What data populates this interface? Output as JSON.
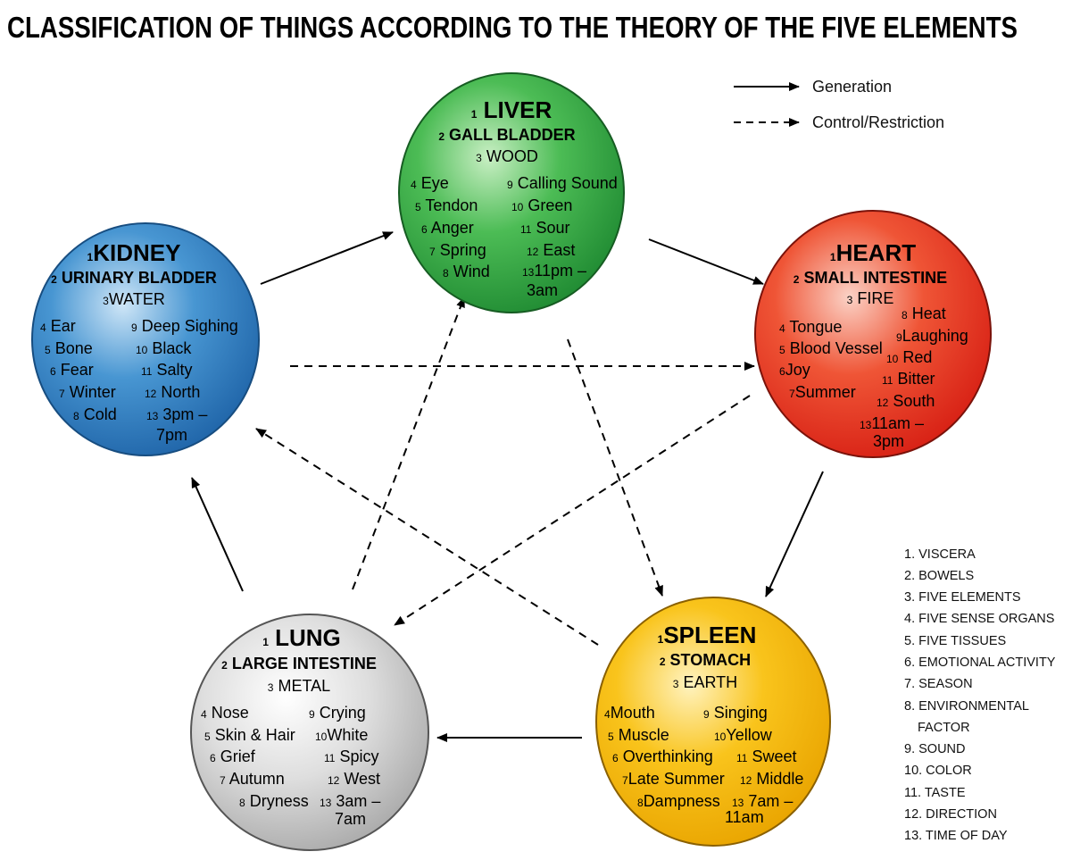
{
  "title": "CLASSIFICATION OF THINGS ACCORDING TO THE THEORY OF THE FIVE ELEMENTS",
  "legend": {
    "generation": "Generation",
    "control": "Control/Restriction"
  },
  "key": [
    "1. VISCERA",
    "2. BOWELS",
    "3. FIVE ELEMENTS",
    "4. FIVE SENSE ORGANS",
    "5. FIVE TISSUES",
    "6. EMOTIONAL ACTIVITY",
    "7. SEASON",
    "8. ENVIRONMENTAL",
    "FACTOR",
    "9. SOUND",
    "10. COLOR",
    "11. TASTE",
    "12. DIRECTION",
    "13. TIME OF DAY"
  ],
  "colors": {
    "liver": "#2fa33f",
    "kidney": "#2f80c2",
    "heart": "#e8321f",
    "lung": "#c9c9c9",
    "spleen": "#f5b800"
  },
  "liver": {
    "color": "green",
    "items": [
      "LIVER",
      "GALL BLADDER",
      "WOOD",
      "Eye",
      "Tendon",
      "Anger",
      "Spring",
      "Wind",
      "Calling Sound",
      "Green",
      "Sour",
      "East",
      "11pm –",
      "3am"
    ]
  },
  "kidney": {
    "items": [
      "KIDNEY",
      "URINARY BLADDER",
      "WATER",
      "Ear",
      "Bone",
      "Fear",
      "Winter",
      "Cold",
      "Deep Sighing",
      "Black",
      "Salty",
      "North",
      "3pm –",
      "7pm"
    ]
  },
  "heart": {
    "items": [
      "HEART",
      "SMALL INTESTINE",
      "FIRE",
      "Tongue",
      "Blood Vessel",
      "Joy",
      "Summer",
      "Heat",
      "Laughing",
      "Red",
      "Bitter",
      "South",
      "11am –",
      "3pm"
    ]
  },
  "lung": {
    "items": [
      "LUNG",
      "LARGE INTESTINE",
      "METAL",
      "Nose",
      "Skin & Hair",
      "Grief",
      "Autumn",
      "Dryness",
      "Crying",
      "White",
      "Spicy",
      "West",
      "3am –",
      "7am"
    ]
  },
  "spleen": {
    "items": [
      "SPLEEN",
      "STOMACH",
      "EARTH",
      "Mouth",
      "Muscle",
      "Overthinking",
      "Late Summer",
      "Dampness",
      "Singing",
      "Yellow",
      "Sweet",
      "Middle",
      "7am –",
      "11am"
    ]
  },
  "numbers": [
    "1",
    "2",
    "3",
    "4",
    "5",
    "6",
    "7",
    "8",
    "9",
    "10",
    "11",
    "12",
    "13"
  ]
}
